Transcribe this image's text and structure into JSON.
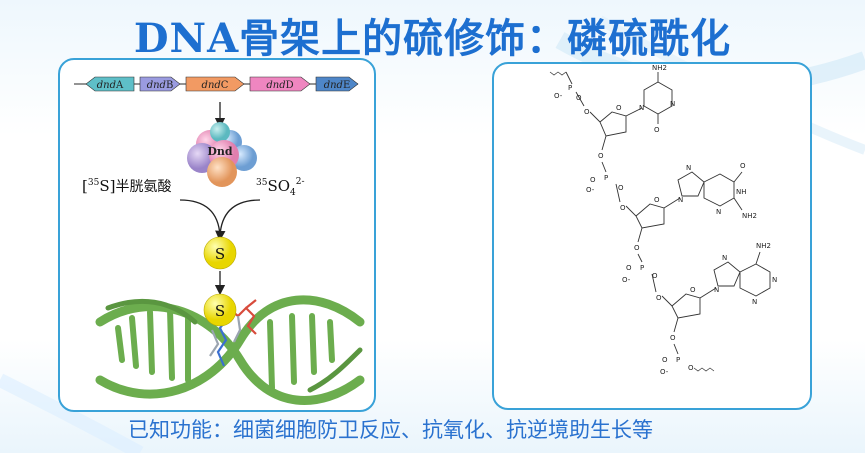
{
  "title": "DNA骨架上的硫修饰：磷硫酰化",
  "genes": [
    {
      "prefix": "dnd",
      "suffix": "A",
      "color": "#5ebfc8",
      "dir": "left"
    },
    {
      "prefix": "dnd",
      "suffix": "B",
      "color": "#9a9be0",
      "dir": "right"
    },
    {
      "prefix": "dnd",
      "suffix": "C",
      "color": "#f29a63",
      "dir": "right"
    },
    {
      "prefix": "dnd",
      "suffix": "D",
      "color": "#ef86c0",
      "dir": "right"
    },
    {
      "prefix": "dnd",
      "suffix": "E",
      "color": "#4e86c8",
      "dir": "right"
    }
  ],
  "complex_label": "Dnd",
  "source_left": {
    "bracket_sup": "35",
    "bracket_text": "S]",
    "name": "半胱氨酸"
  },
  "source_right": {
    "sup": "35",
    "base": "SO",
    "sub": "4",
    "charge": "2-"
  },
  "sulfur_label": "S",
  "chemistry": {
    "nh2": "NH2",
    "o": "O",
    "n": "N",
    "nh": "NH",
    "p": "P",
    "o_minus": "O-"
  },
  "footer": "已知功能：细菌细胞防卫反应、抗氧化、抗逆境助生长等",
  "colors": {
    "title": "#1d6fd0",
    "panel_border": "#39a2d8",
    "footer": "#2a72cf",
    "sulfur": "#f2e200",
    "dna": "#6cad4e"
  }
}
